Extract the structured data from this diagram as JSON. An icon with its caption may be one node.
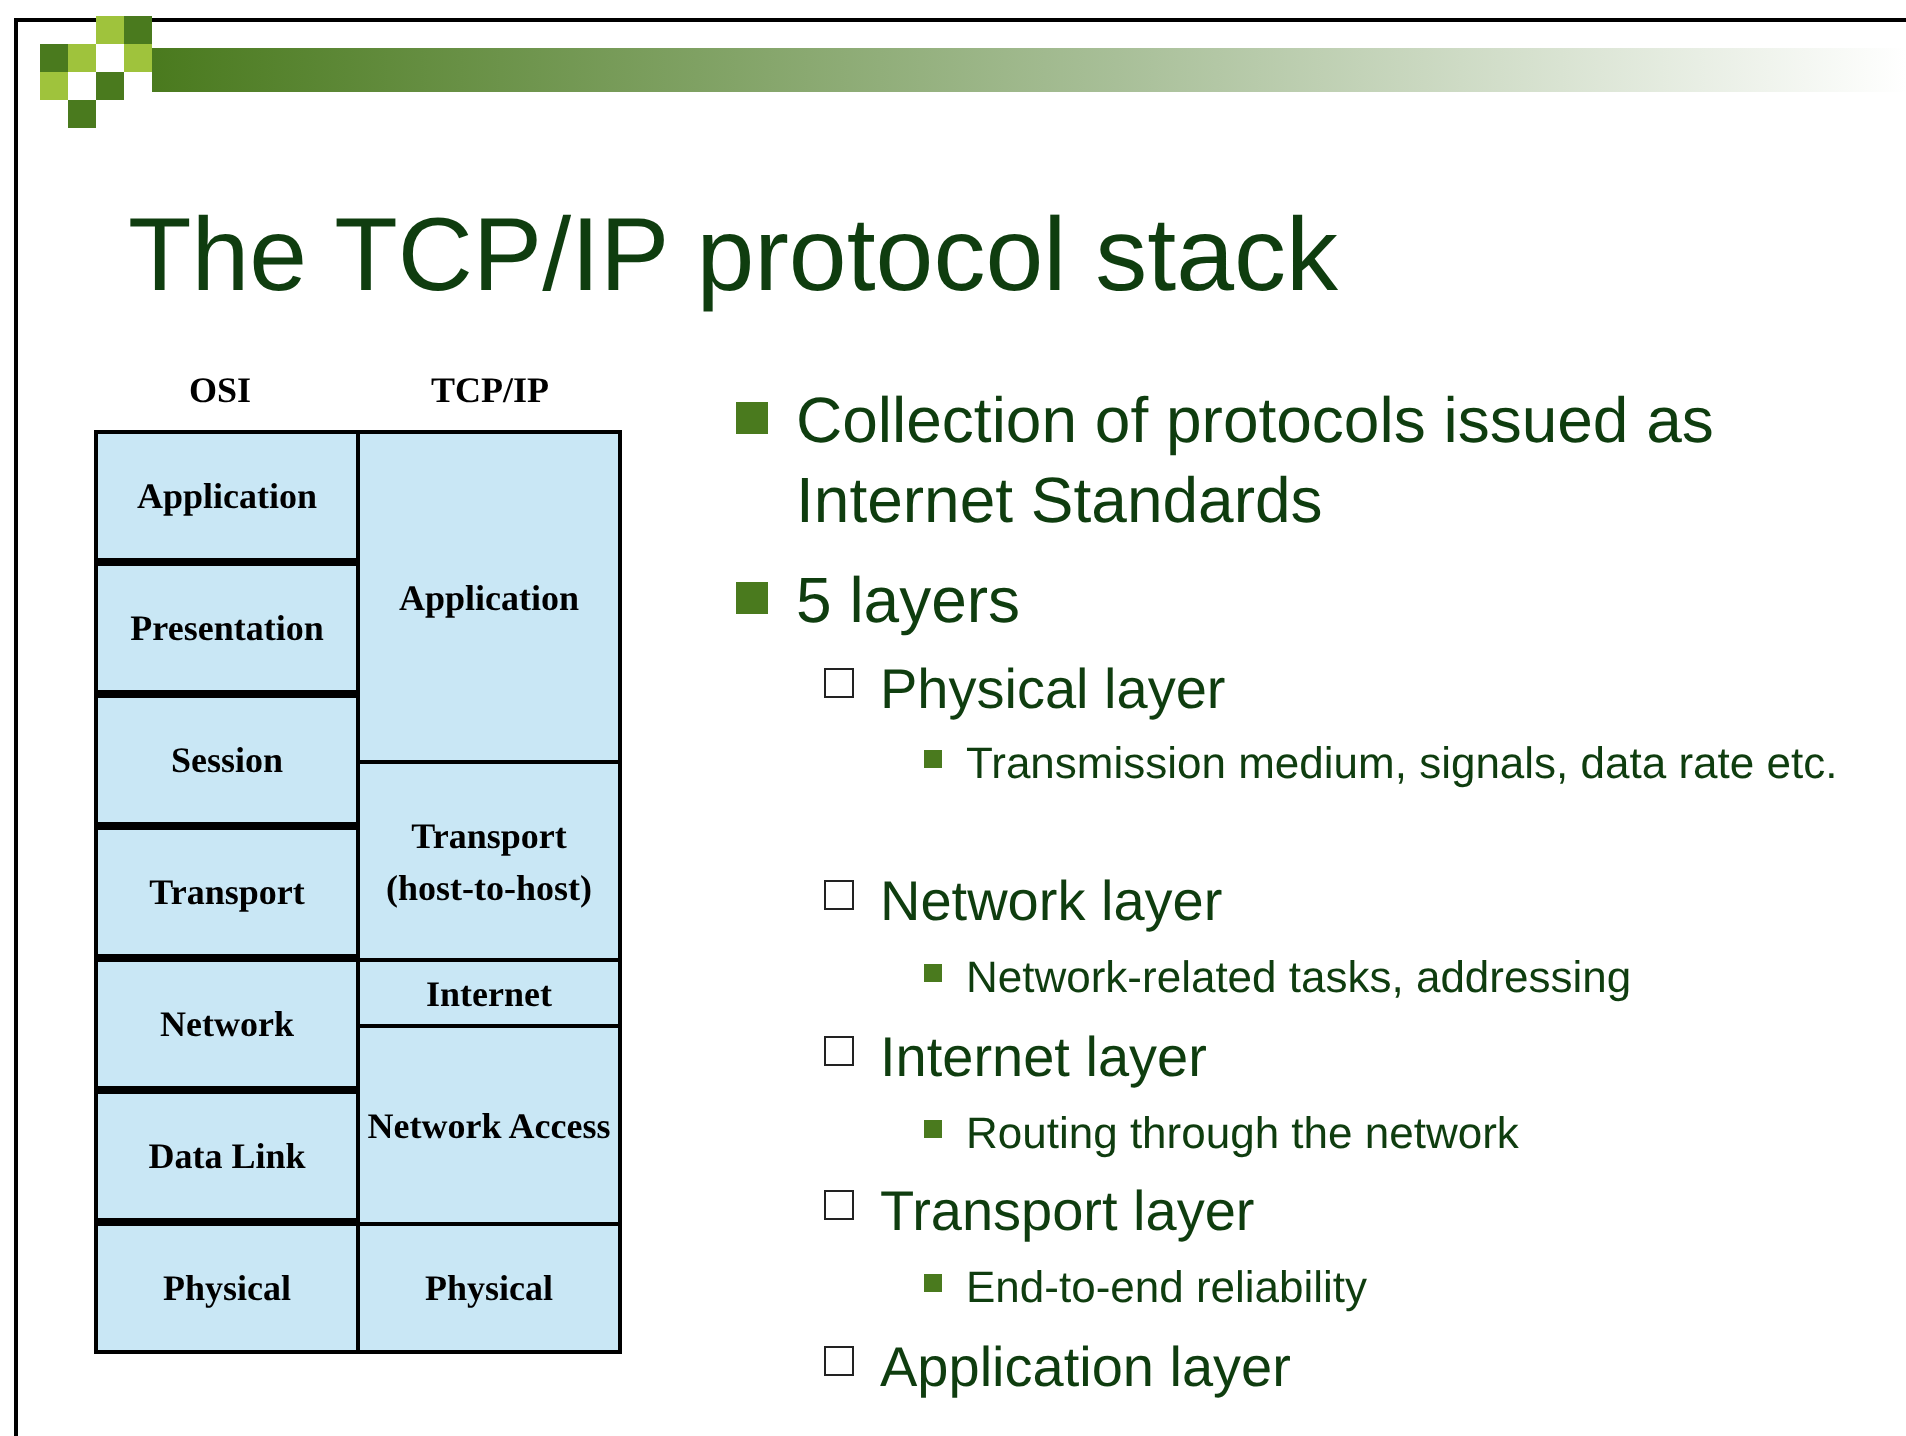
{
  "diagram": {
    "title": "The TCP/IP protocol stack",
    "nodes": [
      {
        "text": [
          "Application"
        ]
      },
      {
        "text": [
          "Presentation"
        ]
      },
      {
        "text": [
          "Session"
        ]
      },
      {
        "text": [
          "Transport"
        ]
      },
      {
        "text": [
          "Network"
        ]
      },
      {
        "text": [
          "Data Link"
        ]
      },
      {
        "text": [
          "Physical"
        ]
      },
      {
        "text": [
          "Application"
        ]
      },
      {
        "text": [
          "Transport (host-to-host)"
        ]
      },
      {
        "text": [
          "Internet"
        ]
      },
      {
        "text": [
          "Network Access"
        ]
      },
      {
        "text": [
          "Physical"
        ]
      }
    ],
    "labels": [
      "OSI",
      "TCP/IP",
      "Collection of protocols issued as Internet Standards",
      "5 layers",
      "Physical layer",
      "Transmission medium, signals, data rate etc.",
      "Network layer",
      "Network-related tasks, addressing",
      "Internet layer",
      "Routing through the network",
      "Transport layer",
      "End-to-end reliability",
      "Application layer"
    ]
  }
}
